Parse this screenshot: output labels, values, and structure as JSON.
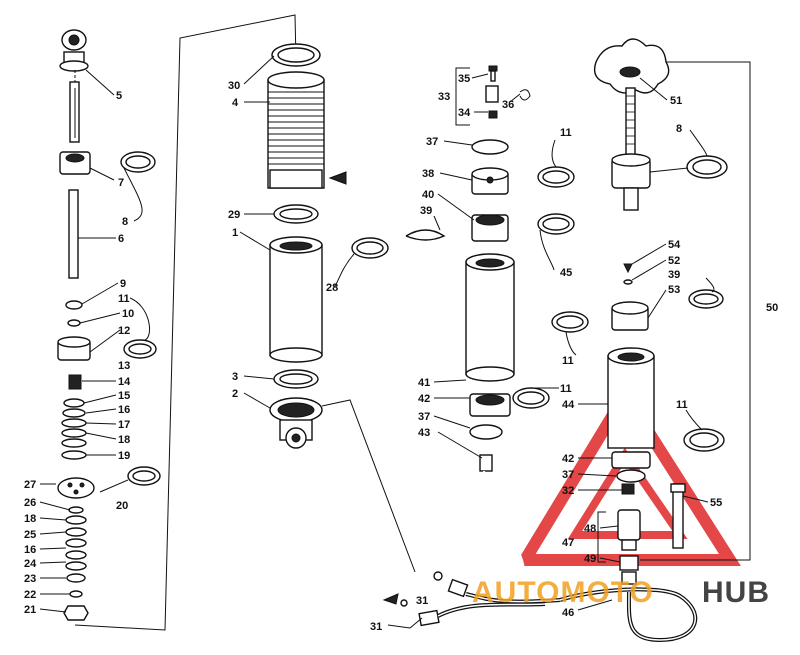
{
  "watermark": {
    "part1": "AUTOMOTO",
    "part2": "HUB",
    "color_red": "#e02727",
    "color_orange": "#f2a020",
    "color_gray": "#444444"
  },
  "callouts": {
    "n5": "5",
    "n7": "7",
    "n8a": "8",
    "n6": "6",
    "n9": "9",
    "n11a": "11",
    "n10": "10",
    "n12": "12",
    "n13": "13",
    "n14": "14",
    "n15": "15",
    "n16a": "16",
    "n17": "17",
    "n18a": "18",
    "n19": "19",
    "n20": "20",
    "n27": "27",
    "n26": "26",
    "n18b": "18",
    "n25": "25",
    "n16b": "16",
    "n24": "24",
    "n23": "23",
    "n22": "22",
    "n21": "21",
    "n30": "30",
    "n4": "4",
    "n29": "29",
    "n1": "1",
    "n28": "28",
    "n3": "3",
    "n2": "2",
    "n33": "33",
    "n35": "35",
    "n36": "36",
    "n34": "34",
    "n37a": "37",
    "n11b": "11",
    "n38": "38",
    "n40": "40",
    "n39a": "39",
    "n45": "45",
    "n41": "41",
    "n11c": "11",
    "n42a": "42",
    "n37b": "37",
    "n43": "43",
    "n31a": "31",
    "n31b": "31",
    "n51": "51",
    "n8b": "8",
    "n54": "54",
    "n52": "52",
    "n39b": "39",
    "n53": "53",
    "n50": "50",
    "n11d": "11",
    "n44": "44",
    "n11e": "11",
    "n42b": "42",
    "n37c": "37",
    "n32": "32",
    "n55": "55",
    "n48": "48",
    "n47": "47",
    "n49": "49",
    "n46": "46"
  }
}
